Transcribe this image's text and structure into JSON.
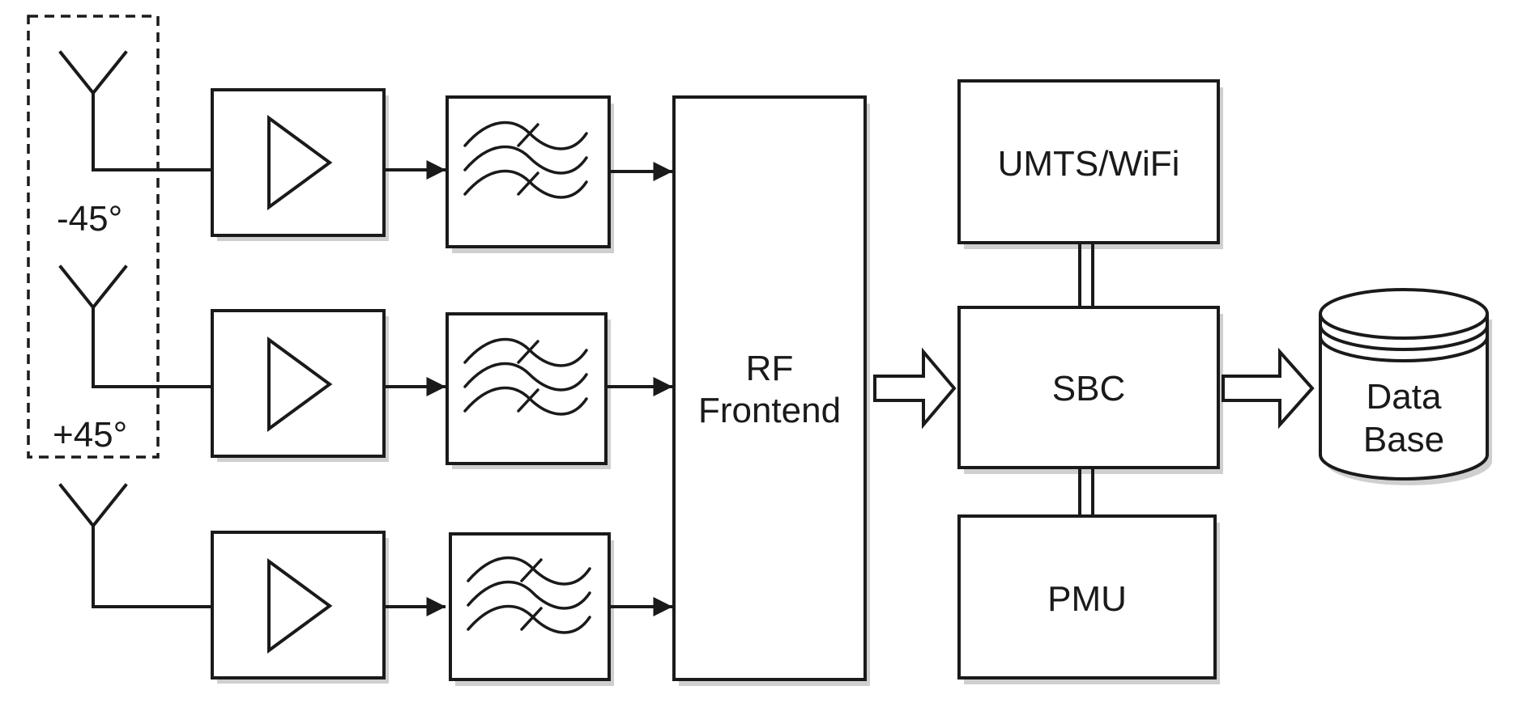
{
  "diagram": {
    "antenna_labels": {
      "minus45": "-45°",
      "plus45": "+45°"
    },
    "blocks": {
      "rf_frontend": [
        "RF",
        "Frontend"
      ],
      "umts_wifi": "UMTS/WiFi",
      "sbc": "SBC",
      "pmu": "PMU",
      "database": [
        "Data",
        "Base"
      ]
    },
    "signal_chains": [
      {
        "antenna": "antenna-1",
        "amplifier": "amplifier-1",
        "filter": "filter-1"
      },
      {
        "antenna": "antenna-2",
        "amplifier": "amplifier-2",
        "filter": "filter-2"
      },
      {
        "antenna": "antenna-3",
        "amplifier": "amplifier-3",
        "filter": "filter-3"
      }
    ],
    "colors": {
      "stroke": "#1a1a1a",
      "shadow": "#cfcfcf",
      "fill": "#ffffff"
    }
  }
}
